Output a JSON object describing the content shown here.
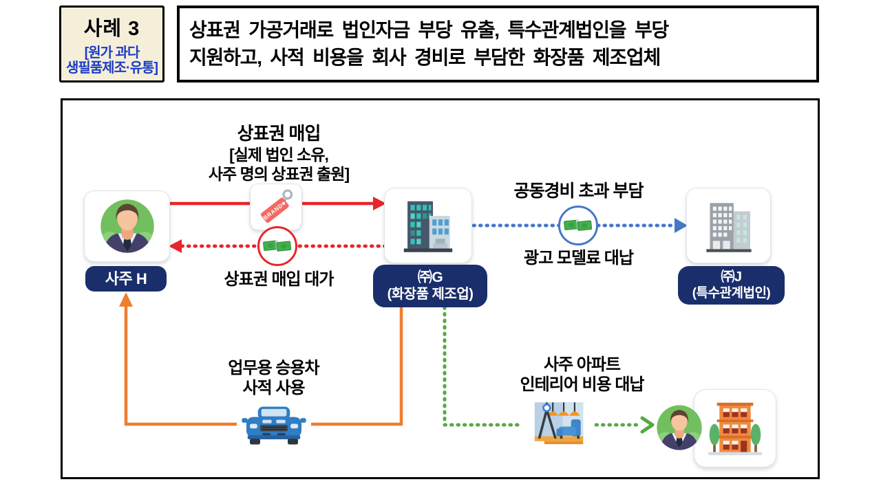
{
  "header": {
    "case_label": "사례 3",
    "case_sub1": "[원가 과다",
    "case_sub2": "생필품제조·유통]",
    "title_line1": "상표권 가공거래로 법인자금 부당 유출, 특수관계법인을 부당",
    "title_line2": "지원하고, 사적 비용을 회사 경비로 부담한 화장품 제조업체"
  },
  "diagram": {
    "owner_label": "사주 H",
    "company_g_line1": "㈜G",
    "company_g_line2": "(화장품 제조업)",
    "company_j_line1": "㈜J",
    "company_j_line2": "(특수관계법인)",
    "trademark_flow_line1": "상표권 매입",
    "trademark_flow_line2": "[실제 법인 소유,",
    "trademark_flow_line3": "사주 명의 상표권 출원]",
    "trademark_price_label": "상표권 매입 대가",
    "joint_expense_label": "공동경비 초과 부담",
    "ad_model_fee_label": "광고 모델료 대납",
    "company_car_line1": "업무용 승용차",
    "company_car_line2": "사적 사용",
    "apartment_line1": "사주 아파트",
    "apartment_line2": "인테리어 비용 대납",
    "brand_tag_text": "BRAND",
    "icons": {
      "owner": "businessman-avatar-icon",
      "trademark": "brand-tag-icon",
      "payment": "cash-banknotes-icon",
      "company_g": "office-buildings-icon",
      "company_j": "gray-office-buildings-icon",
      "car": "blue-car-front-icon",
      "interior": "interior-design-icon",
      "apartment": "orange-apartment-icon"
    }
  },
  "colors": {
    "red_arrow": "#e8252a",
    "blue_arrow": "#4577c9",
    "orange_arrow": "#ee7e2e",
    "green_arrow": "#55a944",
    "navy_label": "#1a2e6b",
    "case_box_bg": "#f5efda",
    "case_sub_blue": "#1c3cc6"
  }
}
